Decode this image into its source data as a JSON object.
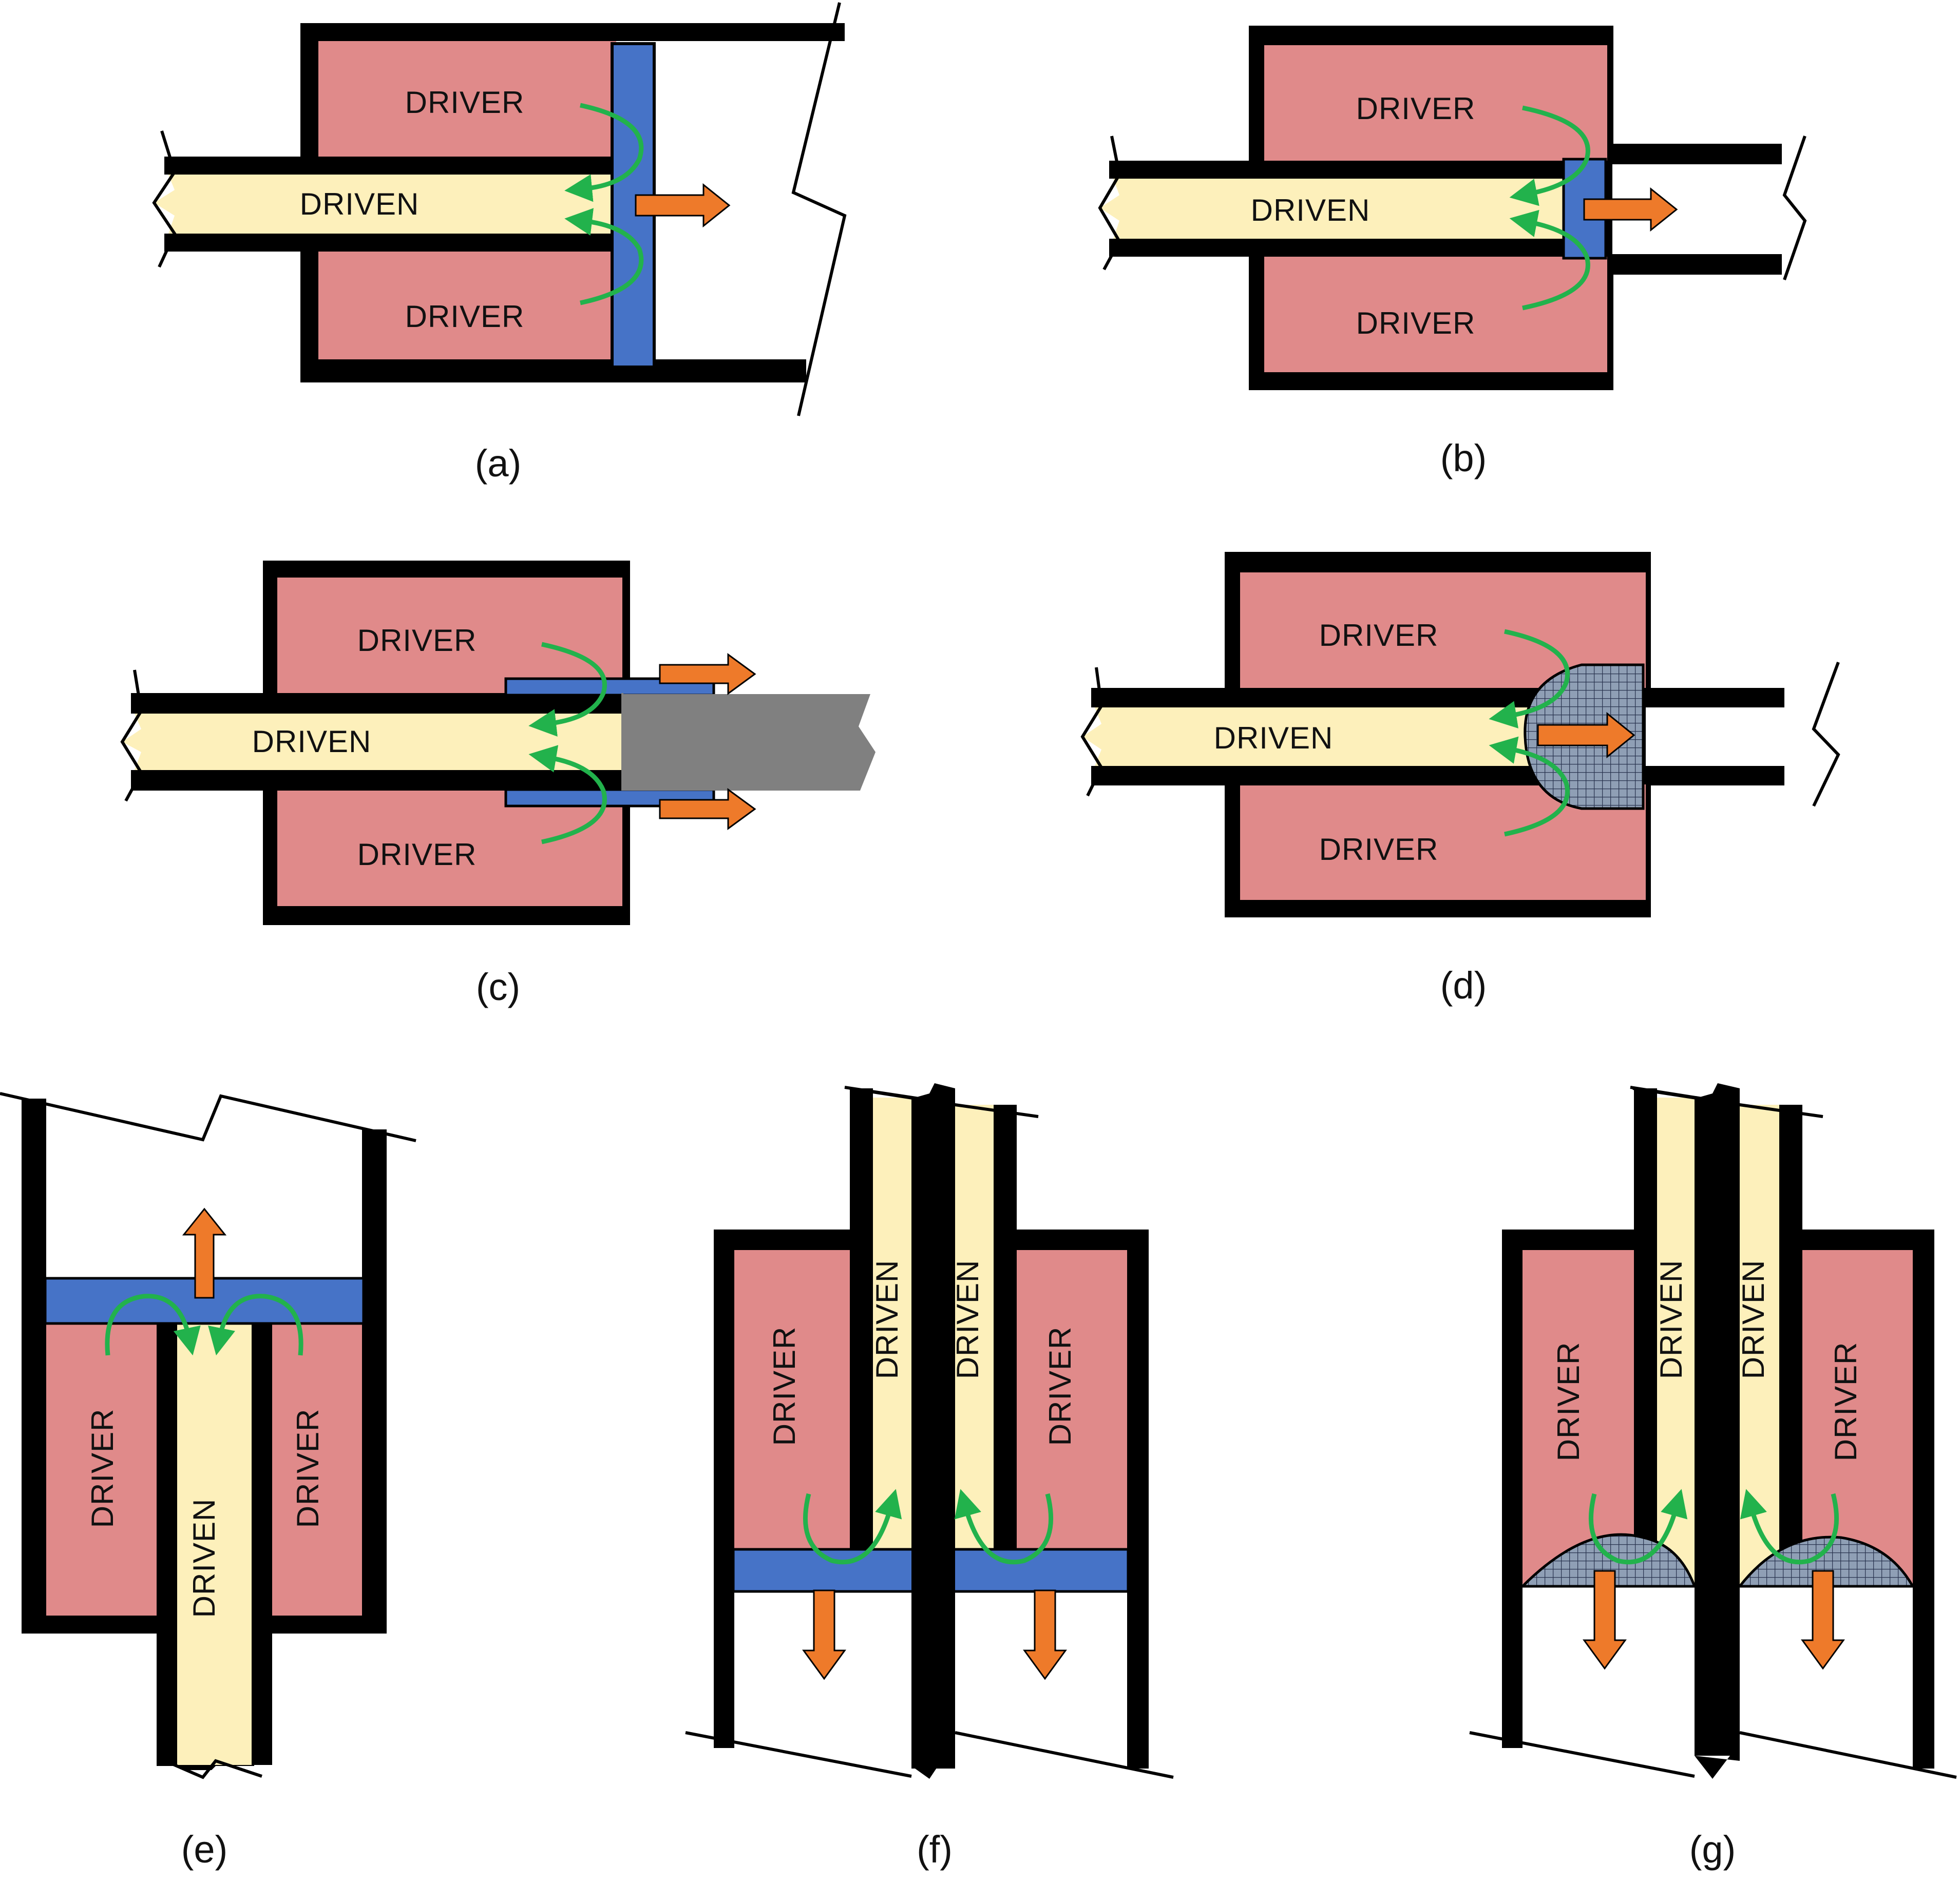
{
  "labels": {
    "driver": "DRIVER",
    "driven": "DRIVEN"
  },
  "captions": {
    "a": "(a)",
    "b": "(b)",
    "c": "(c)",
    "d": "(d)",
    "e": "(e)",
    "f": "(f)",
    "g": "(g)"
  },
  "colors": {
    "driver": "#e08a8a",
    "driven": "#fdf0bb",
    "diaphragm": "#4673c7",
    "flow_arrow": "#22b24c",
    "motion_arrow": "#ee7a2a",
    "wall": "#000000",
    "projectile": "#808080",
    "mesh": "#8f9fb5"
  }
}
